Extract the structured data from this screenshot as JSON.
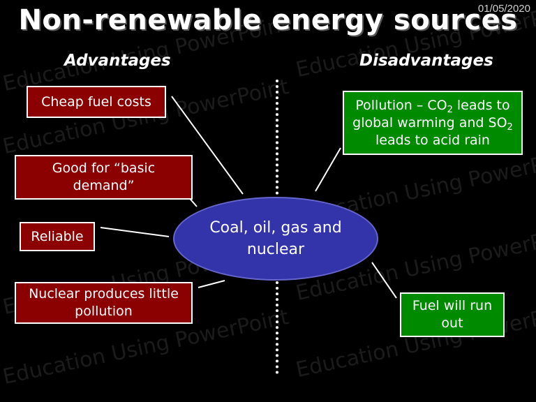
{
  "header": {
    "date": "01/05/2020",
    "title": "Non-renewable energy sources"
  },
  "advantages": {
    "heading": "Advantages",
    "items": [
      {
        "text": "Cheap fuel costs"
      },
      {
        "text_line1": "Good for “basic",
        "text_line2": "demand”"
      },
      {
        "text": "Reliable"
      },
      {
        "text_line1": "Nuclear produces little",
        "text_line2": "pollution"
      }
    ]
  },
  "disadvantages": {
    "heading": "Disadvantages",
    "pollution": {
      "line1_pre": "Pollution – CO",
      "line1_sub": "2",
      "line1_post": " leads to",
      "line2_pre": "global warming and SO",
      "line2_sub": "2",
      "line3": "leads to acid rain"
    },
    "runout": {
      "line1": "Fuel will run",
      "line2": "out"
    }
  },
  "center": {
    "line1": "Coal, oil, gas and",
    "line2": "nuclear"
  },
  "watermark": "Education Using PowerPoint",
  "colors": {
    "background": "#000000",
    "advantage_box": "#8b0000",
    "disadvantage_box": "#008a00",
    "center_ellipse": "#3333aa"
  }
}
